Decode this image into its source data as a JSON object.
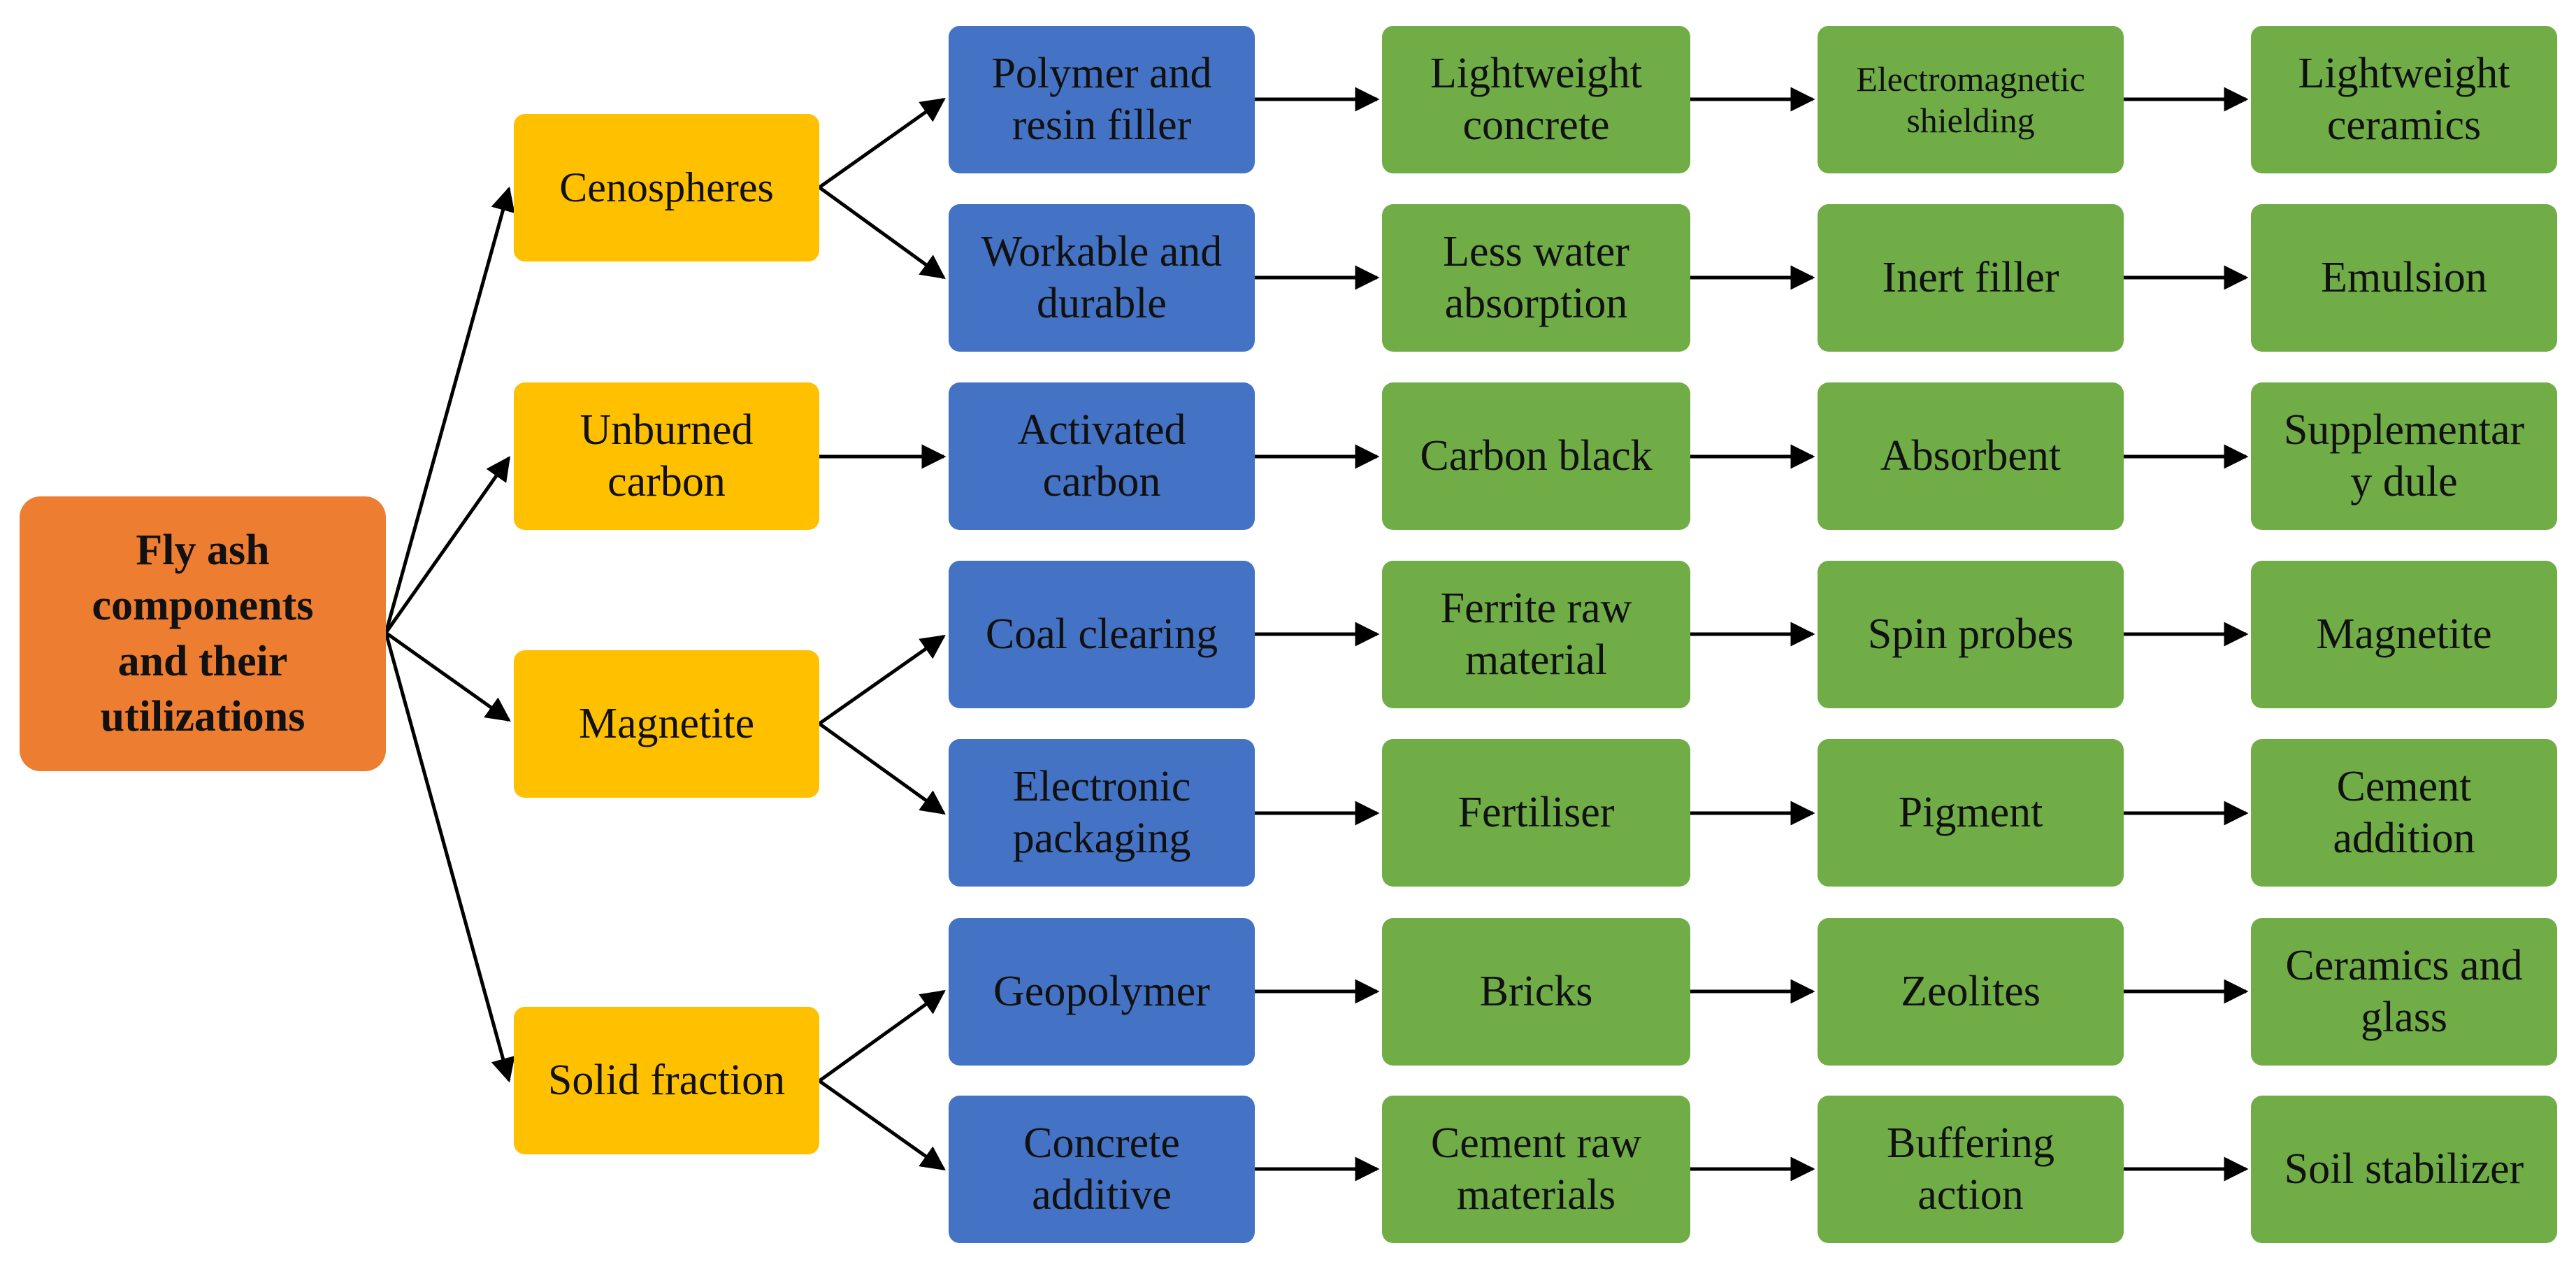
{
  "colors": {
    "root": "#ed7d31",
    "component": "#ffc000",
    "process": "#4472c4",
    "use": "#70ad47",
    "arrow": "#000000"
  },
  "root": {
    "label": "Fly ash\ncomponents\nand their\nutilizations"
  },
  "components": [
    {
      "label": "Cenospheres"
    },
    {
      "label": "Unburned\ncarbon"
    },
    {
      "label": "Magnetite"
    },
    {
      "label": "Solid fraction"
    }
  ],
  "rows": [
    {
      "cells": [
        "Polymer and\nresin filler",
        "Lightweight\nconcrete",
        "Electromagnetic\nshielding",
        "Lightweight\nceramics"
      ]
    },
    {
      "cells": [
        "Workable and\ndurable",
        "Less water\nabsorption",
        "Inert filler",
        "Emulsion"
      ]
    },
    {
      "cells": [
        "Activated\ncarbon",
        "Carbon black",
        "Absorbent",
        "Supplementar\ny dule"
      ]
    },
    {
      "cells": [
        "Coal clearing",
        "Ferrite raw\nmaterial",
        "Spin probes",
        "Magnetite"
      ]
    },
    {
      "cells": [
        "Electronic\npackaging",
        "Fertiliser",
        "Pigment",
        "Cement\naddition"
      ]
    },
    {
      "cells": [
        "Geopolymer",
        "Bricks",
        "Zeolites",
        "Ceramics and\nglass"
      ]
    },
    {
      "cells": [
        "Concrete\nadditive",
        "Cement raw\nmaterials",
        "Buffering\naction",
        "Soil stabilizer"
      ]
    }
  ]
}
